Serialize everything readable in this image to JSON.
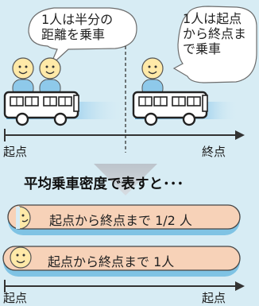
{
  "top": {
    "left_bubble": [
      "1人は半分の",
      "距離を乗車"
    ],
    "right_bubble": [
      "1人は起点",
      "から終点ま",
      "で乗車"
    ],
    "start_label": "起点",
    "end_label": "終点"
  },
  "heading": "平均乗車密度で表すと･･･",
  "bottom": {
    "bar1_text": "起点から終点まで 1/2 人",
    "bar2_text": "起点から終点まで 1人",
    "start_label_left": "起点",
    "start_label_right": "起点"
  },
  "colors": {
    "background": "#d7ecf4",
    "bubble_fill": "#ffffff",
    "face": "#ffe9a8",
    "body": "#8ec9ea",
    "bar_fill": "#f7d2b8",
    "bar_edge": "#7fc3e4",
    "gradient_blue": "#5aaee0",
    "axis": "#333333"
  }
}
